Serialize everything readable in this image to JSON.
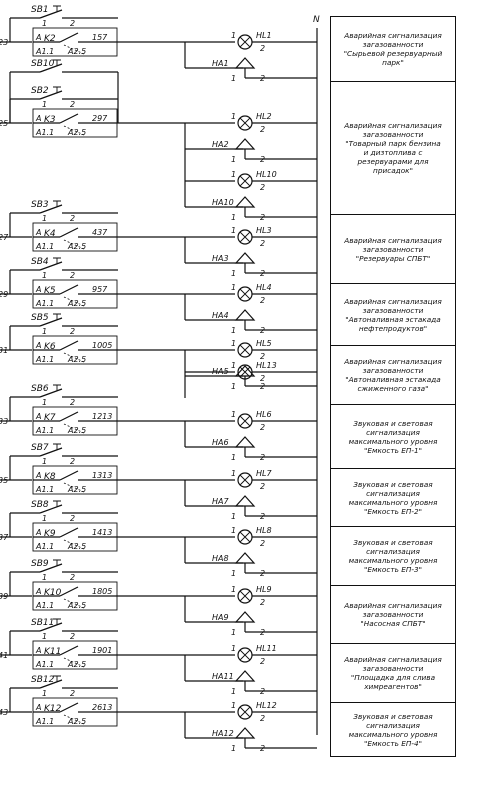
{
  "supply_label": "N",
  "circuits": [
    {
      "button": "SB1",
      "relay": "K2",
      "extra_button": "",
      "node": "157",
      "wire_in": "23",
      "lamps": [
        {
          "hl": "HL1",
          "ha": "HA1"
        }
      ]
    },
    {
      "button": "SB2",
      "relay": "K3",
      "extra_button": "SB10",
      "node": "297",
      "wire_in": "25",
      "lamps": [
        {
          "hl": "HL2",
          "ha": "HA2"
        },
        {
          "hl": "HL10",
          "ha": "HA10"
        }
      ]
    },
    {
      "button": "SB3",
      "relay": "K4",
      "extra_button": "",
      "node": "437",
      "wire_in": "27",
      "lamps": [
        {
          "hl": "HL3",
          "ha": "HA3"
        }
      ]
    },
    {
      "button": "SB4",
      "relay": "K5",
      "extra_button": "",
      "node": "957",
      "wire_in": "29",
      "lamps": [
        {
          "hl": "HL4",
          "ha": "HA4"
        }
      ]
    },
    {
      "button": "SB5",
      "relay": "K6",
      "extra_button": "",
      "node": "1005",
      "wire_in": "31",
      "lamps": [
        {
          "hl": "HL5",
          "ha": "HA5"
        },
        {
          "hl": "HL13",
          "ha": ""
        }
      ]
    },
    {
      "button": "SB6",
      "relay": "K7",
      "extra_button": "",
      "node": "1213",
      "wire_in": "33",
      "lamps": [
        {
          "hl": "HL6",
          "ha": "HA6"
        }
      ]
    },
    {
      "button": "SB7",
      "relay": "K8",
      "extra_button": "",
      "node": "1313",
      "wire_in": "35",
      "lamps": [
        {
          "hl": "HL7",
          "ha": "HA7"
        }
      ]
    },
    {
      "button": "SB8",
      "relay": "K9",
      "extra_button": "",
      "node": "1413",
      "wire_in": "37",
      "lamps": [
        {
          "hl": "HL8",
          "ha": "HA8"
        }
      ]
    },
    {
      "button": "SB9",
      "relay": "K10",
      "extra_button": "",
      "node": "1805",
      "wire_in": "39",
      "lamps": [
        {
          "hl": "HL9",
          "ha": "HA9"
        }
      ]
    },
    {
      "button": "SB11",
      "relay": "K11",
      "extra_button": "",
      "node": "1901",
      "wire_in": "41",
      "lamps": [
        {
          "hl": "HL11",
          "ha": "HA11"
        }
      ]
    },
    {
      "button": "SB12",
      "relay": "K12",
      "extra_button": "",
      "node": "2613",
      "wire_in": "43",
      "lamps": [
        {
          "hl": "HL12",
          "ha": "HA12"
        }
      ]
    }
  ],
  "descriptions": [
    "Аварийная сигнализация\nзагазованности\n\"Сырьевой резервуарный\nпарк\"",
    "Аварийная сигнализация\nзагазованности\n\"Товарный парк бензина\nи дизтоплива с\nрезервуарами для\nприсадок\"",
    "Аварийная сигнализация\nзагазованности\n\"Резервуары СПБТ\"",
    "Аварийная сигнализация\nзагазованности\n\"Автоналивная эстакада\nнефтепродуктов\"",
    "Аварийная сигнализация\nзагазованности\n\"Автоналивная эстакада\nсжиженного газа\"",
    "Звуковая и световая\nсигнализация\nмаксимального уровня\n\"Емкость ЕП-1\"",
    "Звуковая и световая\nсигнализация\nмаксимального уровня\n\"Емкость ЕП-2\"",
    "Звуковая и световая\nсигнализация\nмаксимального уровня\n\"Емкость ЕП-3\"",
    "Аварийная сигнализация\nзагазованности\n\"Насосная СПБТ\"",
    "Аварийная сигнализация\nзагазованности\n\"Площадка для слива\nхимреагентов\"",
    "Звуковая и световая\nсигнализация\nмаксимального уровня\n\"Емкость ЕП-4\""
  ]
}
